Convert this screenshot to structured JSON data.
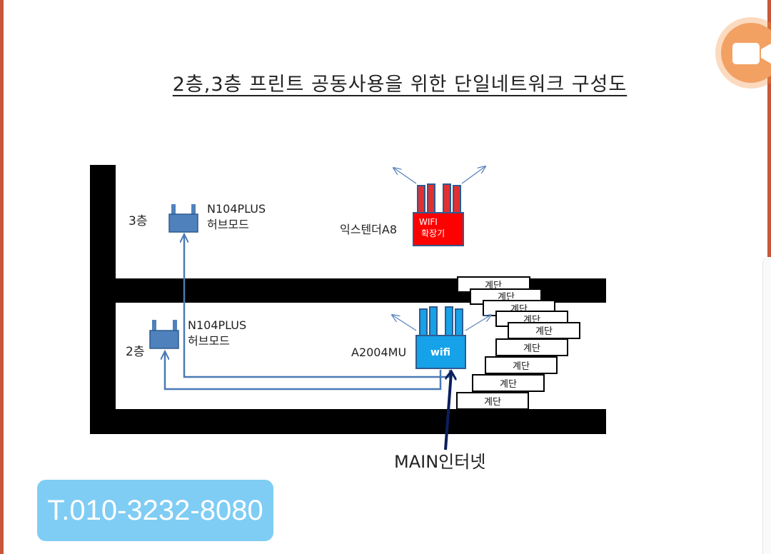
{
  "title": "2층,3층 프린트 공동사용을 위한 단일네트워크 구성도",
  "floors": {
    "floor3": "3층",
    "floor2": "2층"
  },
  "devices": {
    "hub3": {
      "model": "N104PLUS",
      "mode": "허브모드"
    },
    "hub2": {
      "model": "N104PLUS",
      "mode": "허브모드"
    },
    "extender": {
      "name": "익스텐더A8",
      "screen_line1": "WIFI",
      "screen_line2": "확장기"
    },
    "router": {
      "name": "A2004MU",
      "screen": "wifi"
    }
  },
  "stairs": {
    "labels": [
      "계단",
      "계단",
      "계단",
      "계단",
      "계단",
      "계단",
      "계단",
      "계단",
      "계단"
    ]
  },
  "main_internet": "MAIN인터넷",
  "phone": "T.010-3232-8080",
  "colors": {
    "device_blue": "#4f81bd",
    "router_blue": "#15a2e8",
    "extender_red": "#ff0000",
    "wall": "#000000",
    "phone_badge": "#7fcdf4",
    "video_button": "#f2a163"
  },
  "icons": {
    "video_button": "video-camera-icon"
  }
}
